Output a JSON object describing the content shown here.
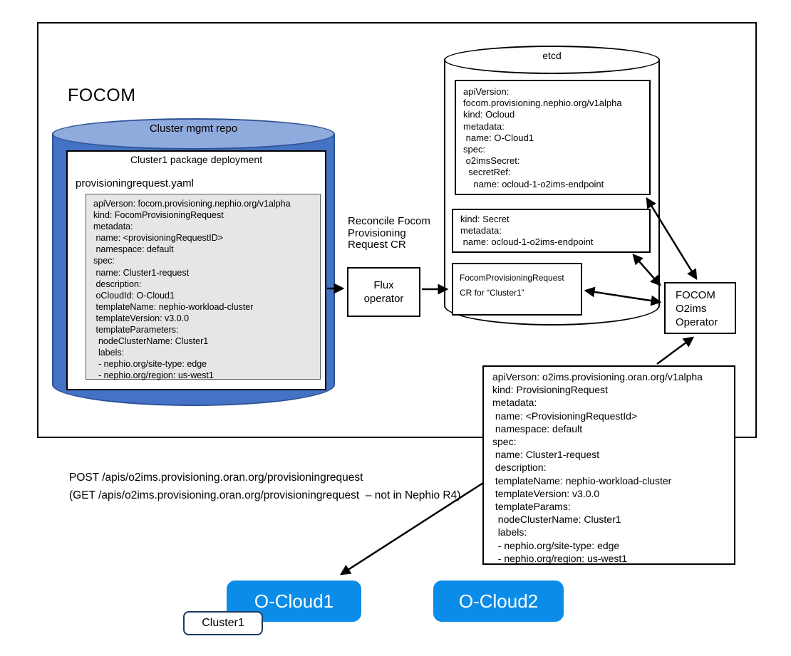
{
  "diagram": {
    "focom_label": "FOCOM",
    "repo": {
      "title": "Cluster mgmt repo",
      "package_title": "Cluster1 package deployment",
      "filename": "provisioningrequest.yaml",
      "yaml_lines": [
        "apiVerson: focom.provisioning.nephio.org/v1alpha",
        "kind: FocomProvisioningRequest",
        "metadata:",
        " name: <provisioningRequestID>",
        " namespace: default",
        "spec:",
        " name: Cluster1-request",
        " description:",
        " oCloudId: O-Cloud1",
        " templateName: nephio-workload-cluster",
        " templateVersion: v3.0.0",
        " templateParameters:",
        "  nodeClusterName: Cluster1",
        "  labels:",
        "  - nephio.org/site-type: edge",
        "  - nephio.org/region: us-west1"
      ]
    },
    "reconcile_label": "Reconcile Focom\nProvisioning\nRequest CR",
    "flux_operator_label": "Flux\noperator",
    "etcd": {
      "title": "etcd",
      "ocloud_cr_lines": [
        "apiVersion:",
        "focom.provisioning.nephio.org/v1alpha",
        "kind: Ocloud",
        "metadata:",
        " name: O-Cloud1",
        "spec:",
        " o2imsSecret:",
        "  secretRef:",
        "    name: ocloud-1-o2ims-endpoint"
      ],
      "secret_cr_lines": [
        "kind: Secret",
        "metadata:",
        " name: ocloud-1-o2ims-endpoint"
      ],
      "focom_pr_cr_label": "FocomProvisioningRequest\nCR for “Cluster1”"
    },
    "o2ims_operator_label": "FOCOM\nO2ims\nOperator",
    "provisioning_request_yaml_lines": [
      "apiVerson: o2ims.provisioning.oran.org/v1alpha",
      "kind: ProvisioningRequest",
      "metadata:",
      " name: <ProvisioningRequestId>",
      " namespace: default",
      "spec:",
      " name: Cluster1-request",
      " description:",
      " templateName: nephio-workload-cluster",
      " templateVersion: v3.0.0",
      " templateParams:",
      "  nodeClusterName: Cluster1",
      "  labels:",
      "  - nephio.org/site-type: edge",
      "  - nephio.org/region: us-west1"
    ],
    "api_note_lines": [
      "POST /apis/o2ims.provisioning.oran.org/provisioningrequest",
      "(GET /apis/o2ims.provisioning.oran.org/provisioningrequest  – not in Nephio R4)"
    ],
    "oclouds": {
      "ocloud1": "O-Cloud1",
      "ocloud2": "O-Cloud2"
    },
    "cluster_badge": "Cluster1",
    "colors": {
      "repo_body_blue": "#4472C4",
      "repo_top_blue": "#8FAADC",
      "repo_outline_blue": "#2E5395",
      "ocloud_button_blue": "#0B8CE9",
      "yaml_gray_fill": "#E7E6E6",
      "cluster_badge_border_navy": "#1F3864"
    }
  }
}
